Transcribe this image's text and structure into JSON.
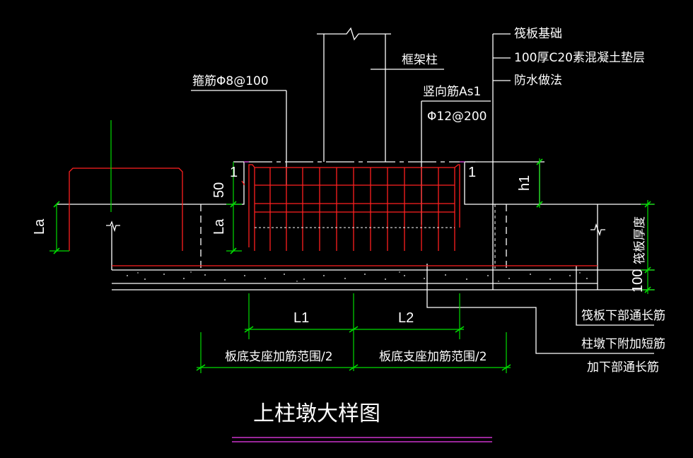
{
  "labels": {
    "stirrup": "箍筋Φ8@100",
    "frame_column": "框架柱",
    "vertical_bar_1": "竖向筋As1",
    "vertical_bar_2": "Φ12@200",
    "raft_foundation": "筏板基础",
    "cushion": "100厚C20素混凝土垫层",
    "waterproof": "防水做法",
    "section_mark_left": "1",
    "section_mark_right": "1",
    "h1": "h1",
    "dim_50": "50",
    "la_left": "La",
    "la_inner": "La",
    "raft_thickness": "筏板厚度",
    "dim_100": "100",
    "L1": "L1",
    "L2": "L2",
    "range_left": "板底支座加筋范围/2",
    "range_right": "板底支座加筋范围/2",
    "raft_bottom_bar": "筏板下部通长筋",
    "pier_short_bar": "柱墩下附加短筋",
    "bottom_long_bar": "加下部通长筋",
    "title": "上柱墩大样图"
  },
  "colors": {
    "background": "#000000",
    "rebar": "#ff2020",
    "dimension": "#00dd00",
    "line": "#ffffff",
    "title_underline": "#cc33cc"
  }
}
